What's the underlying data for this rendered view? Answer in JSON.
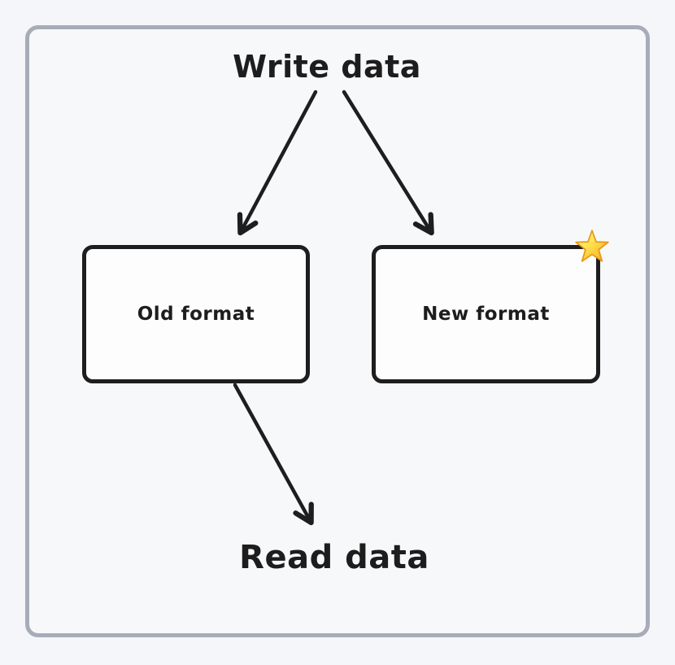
{
  "colors": {
    "background": "#f5f6f9",
    "frame_border": "#a6adb8",
    "ink": "#1d1d1d",
    "node_fill": "#fdfdfd",
    "star_gold": "#f5a623"
  },
  "diagram": {
    "title": "Write data",
    "footer": "Read data",
    "nodes": [
      {
        "id": "old-format",
        "label": "Old format",
        "starred": false
      },
      {
        "id": "new-format",
        "label": "New format",
        "starred": true
      }
    ],
    "edges": [
      {
        "from": "Write data",
        "to": "Old format"
      },
      {
        "from": "Write data",
        "to": "New format"
      },
      {
        "from": "Old format",
        "to": "Read data"
      }
    ],
    "icons": [
      {
        "name": "star-icon",
        "glyph": "⭐",
        "attached_to": "new-format"
      }
    ]
  }
}
